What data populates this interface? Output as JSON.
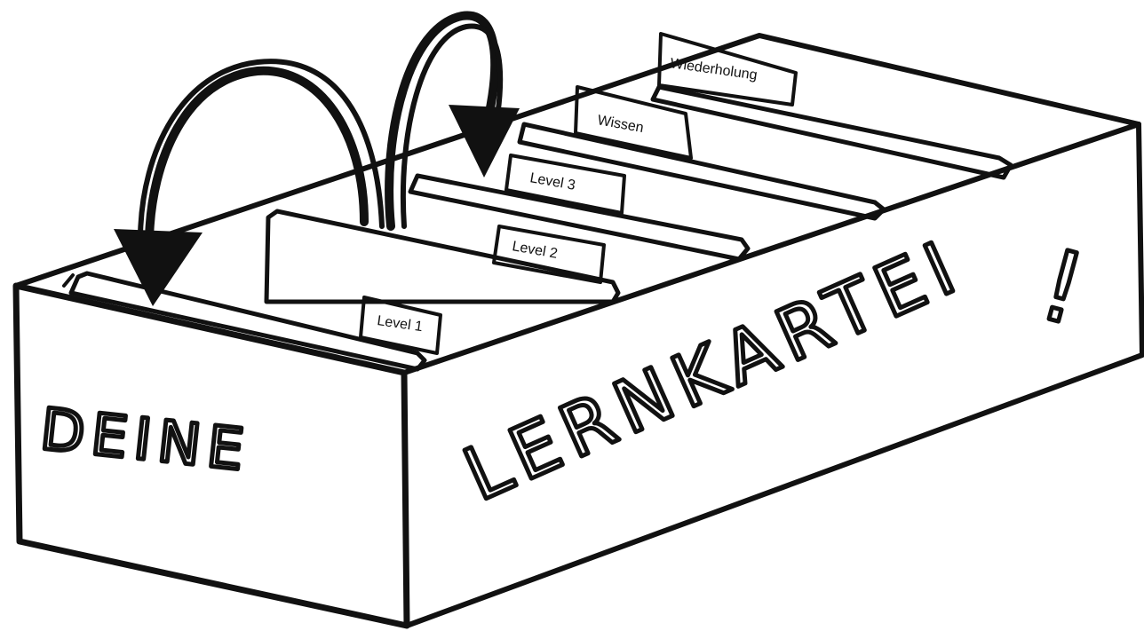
{
  "box": {
    "front_label": "DEINE",
    "side_label": "LERNKARTEI",
    "exclamation": "!"
  },
  "tabs": [
    {
      "label": "Wiederholung"
    },
    {
      "label": "Wissen"
    },
    {
      "label": "Level 3"
    },
    {
      "label": "Level 2"
    },
    {
      "label": "Level 1"
    }
  ],
  "arrows": [
    {
      "from": "Level 2",
      "to": "Level 1"
    },
    {
      "from": "Level 2",
      "to": "Level 3"
    }
  ],
  "colors": {
    "ink": "#111111",
    "paper": "#ffffff"
  }
}
